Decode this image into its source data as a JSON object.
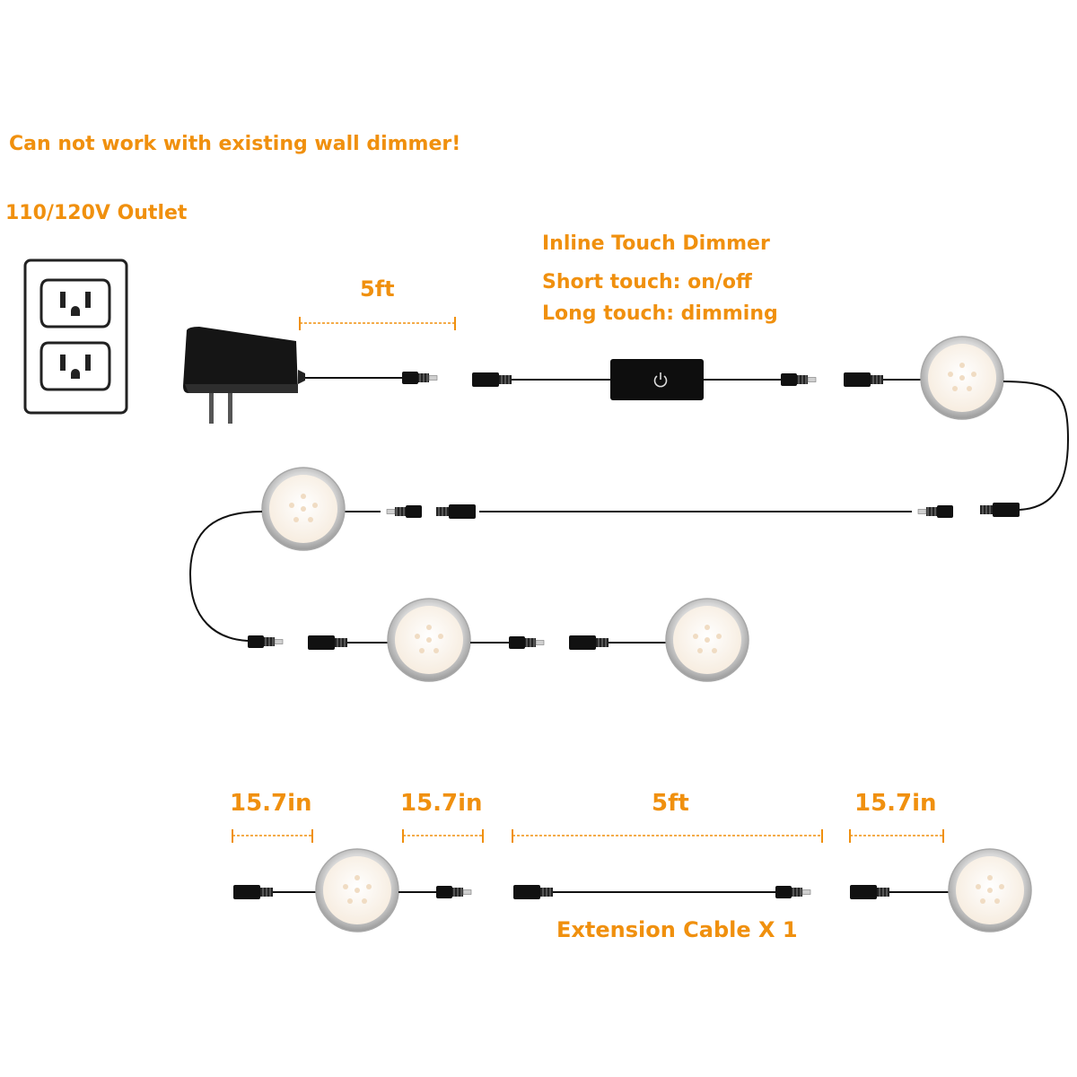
{
  "labels": {
    "warning": "Can not work with existing wall dimmer!",
    "outlet": "110/120V Outlet",
    "dimmer_title": "Inline Touch Dimmer",
    "dimmer_short": "Short touch: on/off",
    "dimmer_long": "Long touch: dimming",
    "adapter_cable_length": "5ft",
    "puck_lead_length_left": "15.7in",
    "puck_lead_length_right": "15.7in",
    "extension_length": "5ft",
    "puck_lead_length_single": "15.7in",
    "extension_caption": "Extension Cable X 1"
  },
  "colors": {
    "accent": "#f0900e",
    "cable": "#111111",
    "puck_rim": "#b8b8b8",
    "puck_face": "#fdf6ee"
  },
  "icons": {
    "outlet": "duplex-outlet-icon",
    "adapter": "power-adapter-icon",
    "dimmer": "power-symbol-icon",
    "puck": "led-puck-light-icon"
  }
}
